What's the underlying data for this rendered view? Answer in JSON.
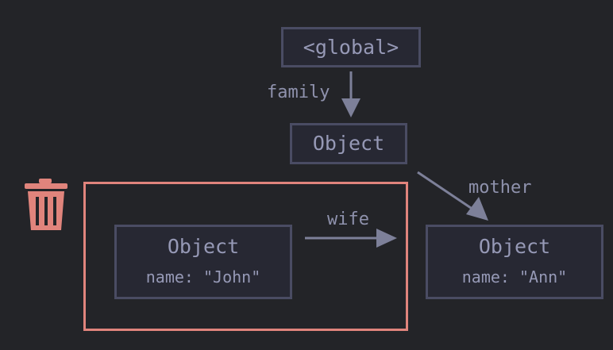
{
  "nodes": {
    "global": {
      "title": "<global>"
    },
    "family": {
      "title": "Object"
    },
    "john": {
      "title": "Object",
      "prop": "name: \"John\""
    },
    "ann": {
      "title": "Object",
      "prop": "name: \"Ann\""
    }
  },
  "edges": {
    "family": "family",
    "mother": "mother",
    "wife": "wife"
  },
  "colors": {
    "background": "#232428",
    "node_fill": "#272833",
    "node_border": "#4a4c63",
    "text": "#9699b6",
    "arrow": "#7d8099",
    "unreachable_accent": "#e0847c"
  },
  "icons": {
    "unreachable": "trash-can-icon"
  }
}
